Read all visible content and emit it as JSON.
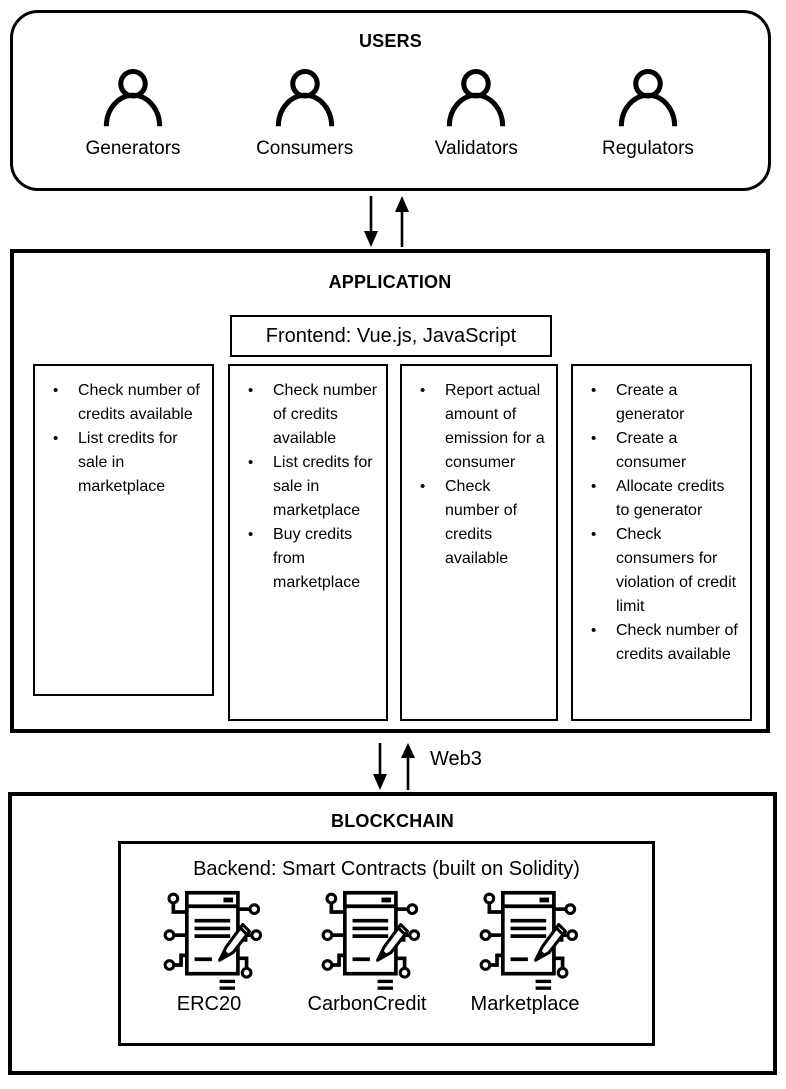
{
  "users": {
    "title": "USERS",
    "items": [
      {
        "label": "Generators"
      },
      {
        "label": "Consumers"
      },
      {
        "label": "Validators"
      },
      {
        "label": "Regulators"
      }
    ]
  },
  "application": {
    "title": "APPLICATION",
    "frontend_label": "Frontend: Vue.js, JavaScript",
    "columns": [
      {
        "role": "generators",
        "items": [
          "Check number of credits available",
          "List credits for sale in marketplace"
        ]
      },
      {
        "role": "consumers",
        "items": [
          "Check number of credits available",
          "List credits for sale in marketplace",
          "Buy credits from marketplace"
        ]
      },
      {
        "role": "validators",
        "items": [
          "Report actual amount of emission for a consumer",
          "Check number of credits available"
        ]
      },
      {
        "role": "regulators",
        "items": [
          "Create a generator",
          "Create a consumer",
          "Allocate credits to generator",
          "Check consumers for violation of credit limit",
          "Check number of credits available"
        ]
      }
    ]
  },
  "connectors": {
    "web3_label": "Web3"
  },
  "blockchain": {
    "title": "BLOCKCHAIN",
    "backend_label": "Backend: Smart Contracts (built on Solidity)",
    "contracts": [
      {
        "label": "ERC20"
      },
      {
        "label": "CarbonCredit"
      },
      {
        "label": "Marketplace"
      }
    ]
  },
  "icons": {
    "user": "person-icon",
    "contract": "smart-contract-icon",
    "link_down": "down-arrow-icon",
    "link_up": "up-arrow-icon"
  },
  "colors": {
    "foreground": "#000000",
    "background": "#ffffff"
  }
}
